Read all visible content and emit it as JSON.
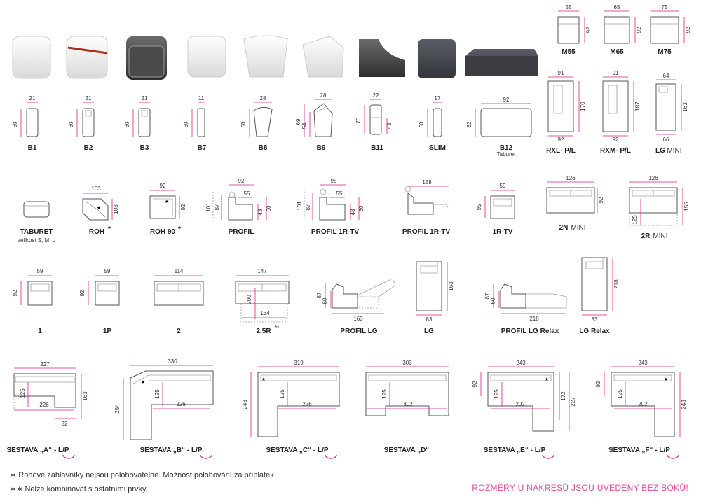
{
  "colors": {
    "dimension": "#d81b8c",
    "outline": "#555555",
    "note_pink": "#e04aa0"
  },
  "row1": {
    "B1": {
      "label": "B1",
      "w": "21",
      "h": "60"
    },
    "B2": {
      "label": "B2",
      "w": "21",
      "h": "60"
    },
    "B3": {
      "label": "B3",
      "w": "21",
      "h": "60"
    },
    "B7": {
      "label": "B7",
      "w": "11",
      "h": "60"
    },
    "B8": {
      "label": "B8",
      "w": "28",
      "h": "60"
    },
    "B9": {
      "label": "B9",
      "w": "28",
      "h1": "69",
      "h2": "54"
    },
    "B11": {
      "label": "B11",
      "w": "22",
      "h1": "70",
      "h2": "43"
    },
    "SLIM": {
      "label": "SLIM",
      "w": "17",
      "h": "60"
    },
    "B12": {
      "label": "B12",
      "sub": "Taburet",
      "w": "92",
      "h": "62"
    }
  },
  "topright": {
    "M55": {
      "label": "M55",
      "w": "55",
      "h": "92"
    },
    "M65": {
      "label": "M65",
      "w": "65",
      "h": "92"
    },
    "M75": {
      "label": "M75",
      "w": "75",
      "h": "92"
    },
    "RXL": {
      "label": "RXL- P/L",
      "w1": "91",
      "h": "170",
      "w2": "92"
    },
    "RXM": {
      "label": "RXM- P/L",
      "w1": "91",
      "h": "187",
      "w2": "92"
    },
    "LG": {
      "label": "LG",
      "sub": "MINI",
      "w1": "64",
      "h": "163",
      "w2": "66"
    }
  },
  "row2": {
    "taburet": {
      "label": "TABURET",
      "sub": "velikost S, M, L"
    },
    "roh": {
      "label": "ROH",
      "star": "*",
      "w": "103",
      "h": "103"
    },
    "roh90": {
      "label": "ROH 90",
      "star": "*",
      "w": "92",
      "h": "92"
    },
    "profil": {
      "label": "PROFIL",
      "w1": "92",
      "w2": "55",
      "h1": "101",
      "h2": "87",
      "h3": "43",
      "h4": "60"
    },
    "profil1r": {
      "label": "PROFIL 1R-TV",
      "w1": "95",
      "w2": "55",
      "h1": "101",
      "h2": "87",
      "h3": "43",
      "h4": "60"
    },
    "profil1r2": {
      "label": "PROFIL 1R-TV",
      "w": "158"
    },
    "r1tv": {
      "label": "1R-TV",
      "w": "59",
      "h": "95"
    },
    "n2": {
      "label": "2N",
      "sub": "MINI",
      "w": "126",
      "h": "92"
    },
    "r2": {
      "label": "2R",
      "sub": "MINI",
      "w": "126",
      "h1": "155",
      "h2": "125"
    }
  },
  "row3": {
    "s1": {
      "label": "1",
      "w": "59",
      "h": "92"
    },
    "s1p": {
      "label": "1P",
      "w": "59",
      "h": "92"
    },
    "s2": {
      "label": "2",
      "w": "114"
    },
    "s25r": {
      "label": "2,5R",
      "star": "**",
      "w": "147",
      "h": "200",
      "w2": "134"
    },
    "profillg": {
      "label": "PROFIL LG",
      "w": "163",
      "h1": "87",
      "h2": "60"
    },
    "lg": {
      "label": "LG",
      "w": "83",
      "h": "163"
    },
    "profillgr": {
      "label": "PROFIL LG Relax",
      "w": "218",
      "h1": "87",
      "h2": "60"
    },
    "lgr": {
      "label": "LG Relax",
      "w": "83",
      "h": "218"
    }
  },
  "row4": {
    "A": {
      "label": "SESTAVA „A“ - L/P",
      "w": "227",
      "h": "163",
      "d1": "125",
      "d2": "226",
      "d3": "82"
    },
    "B": {
      "label": "SESTAVA „B“ - L/P",
      "w": "330",
      "h": "254",
      "d1": "125",
      "d2": "226"
    },
    "C": {
      "label": "SESTAVA „C“ - L/P",
      "w": "319",
      "h": "243",
      "d1": "125",
      "d2": "226"
    },
    "D": {
      "label": "SESTAVA „D“",
      "w": "303",
      "d1": "125",
      "d2": "302"
    },
    "E": {
      "label": "SESTAVA „E“ - L/P",
      "w": "243",
      "h1": "92",
      "h2": "172",
      "h3": "227",
      "d1": "125",
      "d2": "202"
    },
    "F": {
      "label": "SESTAVA „F“ - L/P",
      "w": "243",
      "h1": "92",
      "h2": "243",
      "d1": "125",
      "d2": "202"
    }
  },
  "notes": {
    "n1": "∗ Rohové záhlavníky nejsou polohovatelné. Možnost polohování za příplatek.",
    "n2": "∗∗ Nelze kombinovat s ostatními prvky.",
    "pink": "ROZMĚRY U NÁKRESŮ JSOU UVEDENY BEZ BOKŮ!"
  }
}
